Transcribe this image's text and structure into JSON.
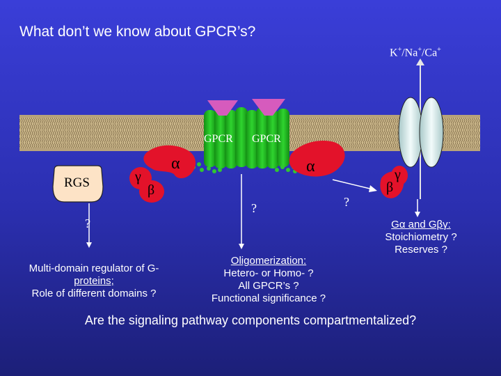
{
  "title": "What don’t we know about GPCR’s?",
  "ion_channel": {
    "k": "K",
    "na": "/Na",
    "ca": "/Ca",
    "plus": "+"
  },
  "labels": {
    "gpcr": "GPCR",
    "rgs": "RGS",
    "alpha": "α",
    "beta": "β",
    "gamma": "γ",
    "question": "?"
  },
  "notes": {
    "rgs_line1": "Multi-domain regulator of G-",
    "rgs_line2": "proteins;",
    "rgs_line3": "Role of different domains ?",
    "oligo_line1": "Oligomerization:",
    "oligo_line2": "Hetero- or Homo- ?",
    "oligo_line3": "All GPCR’s ?",
    "oligo_line4": "Functional significance ?",
    "g_line1": "Gα and Gβγ:",
    "g_line2": "Stoichiometry ?",
    "g_line3": "Reserves ?"
  },
  "bottom_question": "Are the signaling pathway components compartmentalized?",
  "colors": {
    "background": "#2b2fb0",
    "membrane": "#c9b58a",
    "receptor": "#22c122",
    "ligand": "#d45ab8",
    "g_protein": "#e01026",
    "rgs": "#fde2c4",
    "channel": "#e4f4f4"
  }
}
